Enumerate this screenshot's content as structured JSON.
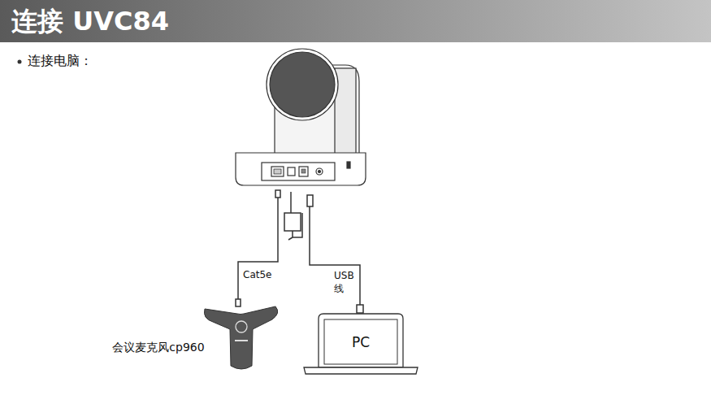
{
  "diagram": {
    "title": "连接 UVC84",
    "nodes": [
      {
        "text": [
          "会议麦克风cp960"
        ]
      },
      {
        "text": [
          "PC"
        ]
      }
    ],
    "labels": [
      "连接电脑：",
      "Cat5e",
      "USB 线"
    ]
  }
}
